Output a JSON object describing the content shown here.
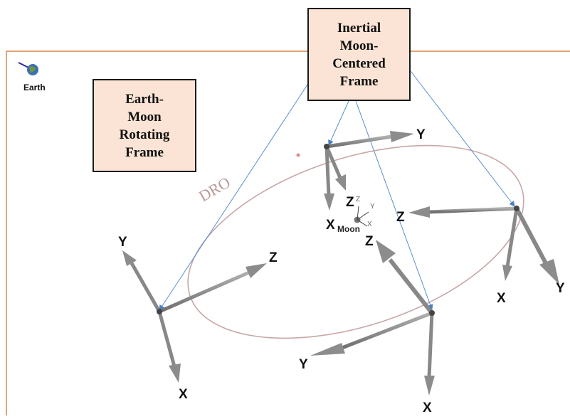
{
  "callouts": {
    "inertial": [
      "Inertial",
      "Moon-",
      "Centered",
      "Frame"
    ],
    "rotating": [
      "Earth-",
      "Moon",
      "Rotating",
      "Frame"
    ]
  },
  "earth": {
    "label": "Earth",
    "icon": "earth-globe-icon"
  },
  "moon": {
    "label": "Moon"
  },
  "orbit": {
    "label": "DRO"
  },
  "axes_labels": {
    "x": "X",
    "y": "Y",
    "z": "Z"
  },
  "colors": {
    "border": "#d9874a",
    "callout_fill": "#fbe4d5",
    "orbit": "#c9a6a6",
    "arrow": "#8c8c8c",
    "arrow_dark": "#6e6e6e",
    "pointer": "#5b8fd0"
  }
}
